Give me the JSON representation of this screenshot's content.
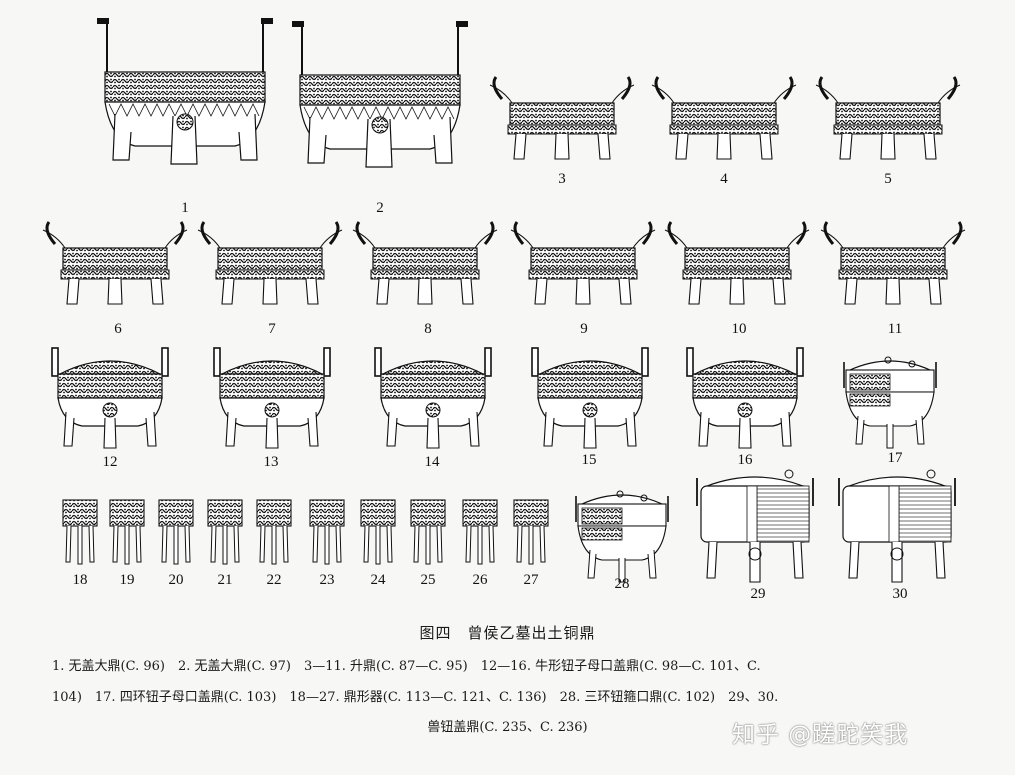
{
  "figure": {
    "title": "图四　曾侯乙墓出土铜鼎",
    "items": [
      "1",
      "2",
      "3",
      "4",
      "5",
      "6",
      "7",
      "8",
      "9",
      "10",
      "11",
      "12",
      "13",
      "14",
      "15",
      "16",
      "17",
      "18",
      "19",
      "20",
      "21",
      "22",
      "23",
      "24",
      "25",
      "26",
      "27",
      "28",
      "29",
      "30"
    ]
  },
  "caption": {
    "line1": "1. 无盖大鼎(C. 96)　2. 无盖大鼎(C. 97)　3—11. 升鼎(C. 87—C. 95)　12—16. 牛形钮子母口盖鼎(C. 98—C. 101、C.",
    "line2": "104)　17. 四环钮子母口盖鼎(C. 103)　18—27. 鼎形器(C. 113—C. 121、C. 136)　28. 三环钮箍口鼎(C. 102)　29、30.",
    "line3": "兽钮盖鼎(C. 235、C. 236)"
  },
  "watermark": "知乎 @蹉跎笑我"
}
